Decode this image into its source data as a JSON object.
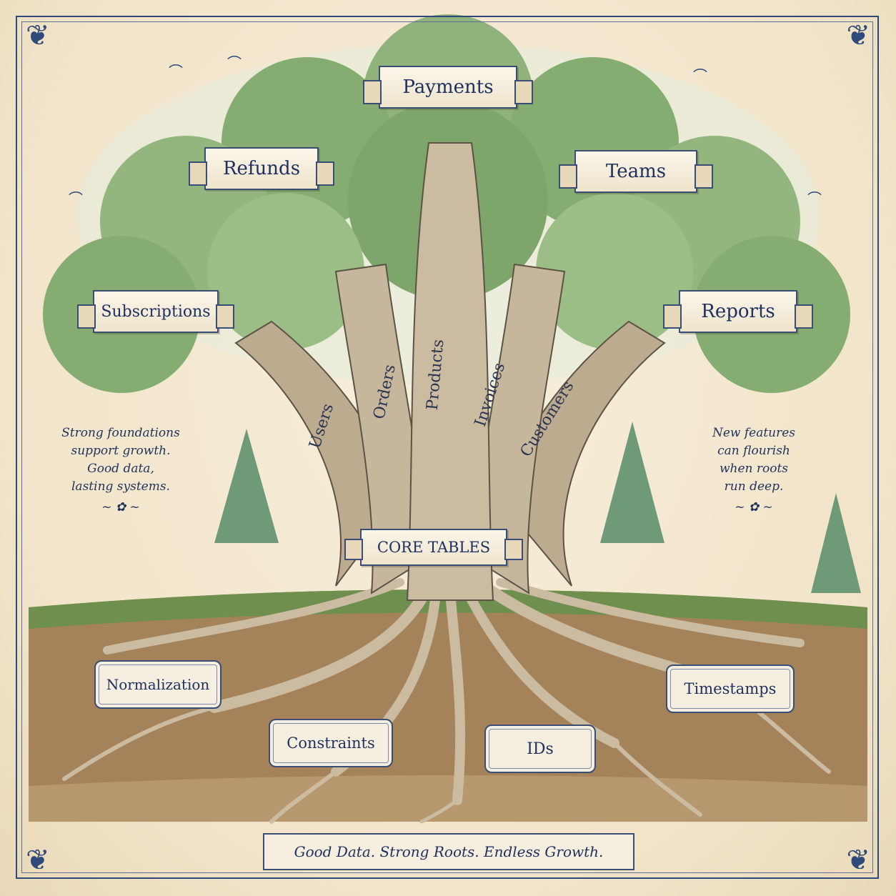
{
  "banners": {
    "payments": "Payments",
    "refunds": "Refunds",
    "teams": "Teams",
    "subscriptions": "Subscriptions",
    "reports": "Reports",
    "core_tables": "CORE TABLES"
  },
  "trunk_labels": {
    "users": "Users",
    "orders": "Orders",
    "products": "Products",
    "invoices": "Invoices",
    "customers": "Customers"
  },
  "roots": {
    "normalization": "Normalization",
    "constraints": "Constraints",
    "ids": "IDs",
    "timestamps": "Timestamps"
  },
  "notes": {
    "left": [
      "Strong foundations",
      "support growth.",
      "Good data,",
      "lasting systems."
    ],
    "right": [
      "New features",
      "can flourish",
      "when roots",
      "run deep."
    ]
  },
  "footer": "Good Data. Strong Roots. Endless Growth.",
  "colors": {
    "ink": "#1f3160",
    "foliage": "#7fa66a",
    "bark": "#b9a88c",
    "soil": "#8a6a45",
    "paper": "#f3e8d2"
  }
}
